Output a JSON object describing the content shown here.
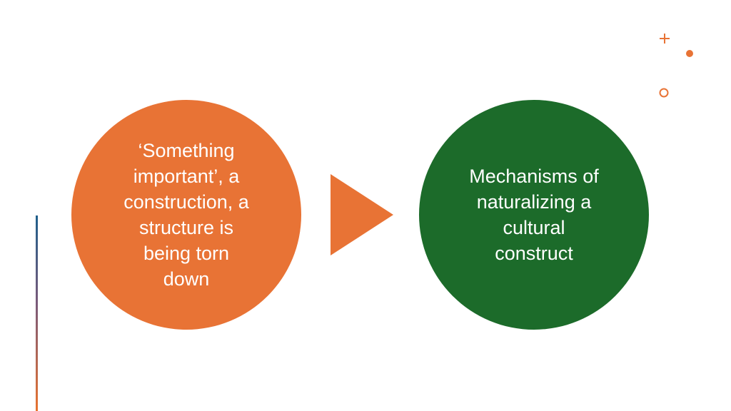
{
  "colors": {
    "accent_orange": "#e87335",
    "accent_green": "#1c6b2a",
    "bar_top": "#1f5f8b",
    "bar_bottom": "#e8732f"
  },
  "diagram": {
    "left_node": {
      "text": "‘Something\nimportant’, a\nconstruction, a\nstructure is\nbeing torn\ndown"
    },
    "arrow_icon": "right-triangle-arrow",
    "right_node": {
      "text": "Mechanisms of\nnaturalizing a\ncultural\nconstruct"
    }
  },
  "decorations": {
    "icons": [
      "plus-icon",
      "dot-icon",
      "ring-icon"
    ]
  }
}
